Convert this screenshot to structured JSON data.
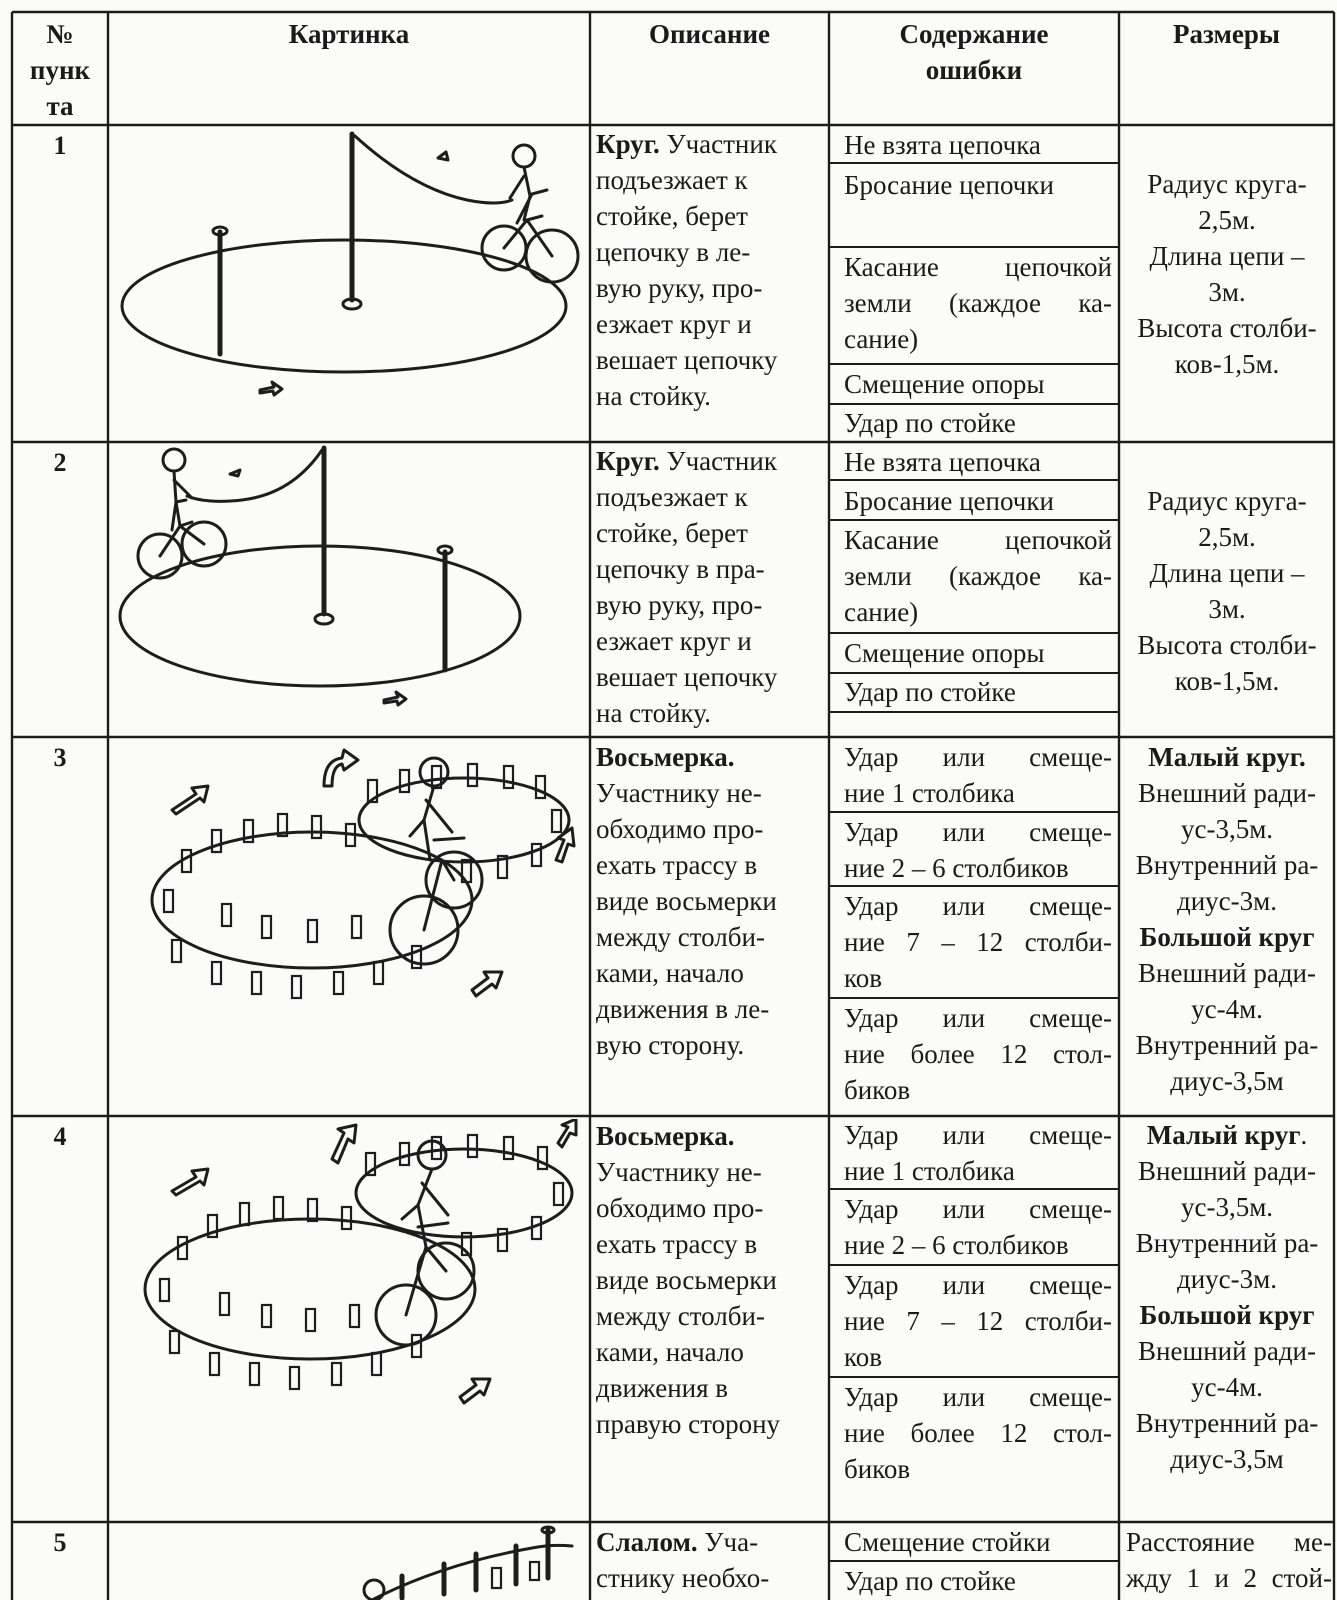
{
  "headers": {
    "num": [
      "№",
      "пунк",
      "та"
    ],
    "picture": "Картинка",
    "description": "Описание",
    "errors": [
      "Содержание",
      "ошибки"
    ],
    "sizes": "Размеры"
  },
  "rows": [
    {
      "num": "1",
      "picture_icon": "bicycle-chain-circle-icon",
      "description": {
        "bold": "Круг.",
        "lines": [
          " Участник",
          "подъезжает к",
          "стойке, берет",
          "цепочку в ле-",
          "вую руку, про-",
          "езжает круг и",
          "вешает цепочку",
          "на стойку."
        ]
      },
      "errors": [
        [
          "Не взята цепочка"
        ],
        [
          "Бросание цепочки"
        ],
        [
          "Касание цепочкой",
          "земли (каждое ка-",
          "сание)"
        ],
        [
          "Смещение опоры"
        ],
        [
          "Удар по стойке"
        ]
      ],
      "sizes": [
        "Радиус круга-",
        "2,5м.",
        "Длина цепи –",
        "3м.",
        "Высота столби-",
        "ков-1,5м."
      ]
    },
    {
      "num": "2",
      "picture_icon": "bicycle-chain-circle-icon",
      "description": {
        "bold": "Круг.",
        "lines": [
          " Участник",
          "подъезжает к",
          "стойке, берет",
          "цепочку в пра-",
          "вую руку, про-",
          "езжает круг и",
          "вешает цепочку",
          "на стойку."
        ]
      },
      "errors": [
        [
          "Не взята цепочка"
        ],
        [
          "Бросание цепочки"
        ],
        [
          "Касание цепочкой",
          "земли (каждое ка-",
          "сание)"
        ],
        [
          "Смещение опоры"
        ],
        [
          "Удар по стойке"
        ]
      ],
      "sizes": [
        "Радиус круга-",
        "2,5м.",
        "Длина цепи –",
        "3м.",
        "Высота столби-",
        "ков-1,5м."
      ]
    },
    {
      "num": "3",
      "picture_icon": "bicycle-figure-eight-icon",
      "description": {
        "bold": "Восьмерка.",
        "lines": [
          "",
          "Участнику не-",
          "обходимо про-",
          "ехать трассу в",
          "виде восьмерки",
          "между столби-",
          "ками, начало",
          "движения в ле-",
          "вую сторону."
        ]
      },
      "errors": [
        [
          "Удар или смеще-",
          "ние 1 столбика"
        ],
        [
          "Удар или смеще-",
          "ние 2 – 6 столбиков"
        ],
        [
          "Удар или смеще-",
          "ние 7 – 12 столби-",
          "ков"
        ],
        [
          "Удар или смеще-",
          "ние более 12 стол-",
          "биков"
        ]
      ],
      "sizes": [
        {
          "t": "Малый круг.",
          "b": true
        },
        {
          "t": "Внешний ради-"
        },
        {
          "t": "ус-3,5м."
        },
        {
          "t": "Внутренний ра-"
        },
        {
          "t": "диус-3м."
        },
        {
          "t": "Большой круг",
          "b": true
        },
        {
          "t": "Внешний ради-"
        },
        {
          "t": "ус-4м."
        },
        {
          "t": "Внутренний ра-"
        },
        {
          "t": "диус-3,5м"
        }
      ]
    },
    {
      "num": "4",
      "picture_icon": "bicycle-figure-eight-icon",
      "description": {
        "bold": "Восьмерка.",
        "lines": [
          "",
          "Участнику не-",
          "обходимо про-",
          "ехать трассу в",
          "виде восьмерки",
          "между столби-",
          "ками, начало",
          "движения в",
          "правую сторону"
        ]
      },
      "errors": [
        [
          "Удар или смеще-",
          "ние 1 столбика"
        ],
        [
          "Удар или смеще-",
          "ние 2 – 6 столбиков"
        ],
        [
          "Удар или смеще-",
          "ние 7 – 12 столби-",
          "ков"
        ],
        [
          "Удар или смеще-",
          "ние более 12 стол-",
          "биков"
        ]
      ],
      "sizes": [
        {
          "t": "Малый круг",
          "b": true,
          "tail": "."
        },
        {
          "t": "Внешний ради-"
        },
        {
          "t": "ус-3,5м."
        },
        {
          "t": "Внутренний ра-"
        },
        {
          "t": "диус-3м."
        },
        {
          "t": "Большой круг",
          "b": true
        },
        {
          "t": "Внешний ради-"
        },
        {
          "t": "ус-4м."
        },
        {
          "t": "Внутренний ра-"
        },
        {
          "t": "диус-3,5м"
        }
      ]
    },
    {
      "num": "5",
      "picture_icon": "slalom-posts-icon",
      "description": {
        "bold": "Слалом.",
        "lines": [
          " Уча-",
          "стнику необхо-"
        ]
      },
      "errors": [
        [
          "Смещение стойки"
        ],
        [
          "Удар по стойке"
        ]
      ],
      "sizes": [
        "Расстояние ме-",
        "жду 1 и 2 стой-"
      ]
    }
  ]
}
